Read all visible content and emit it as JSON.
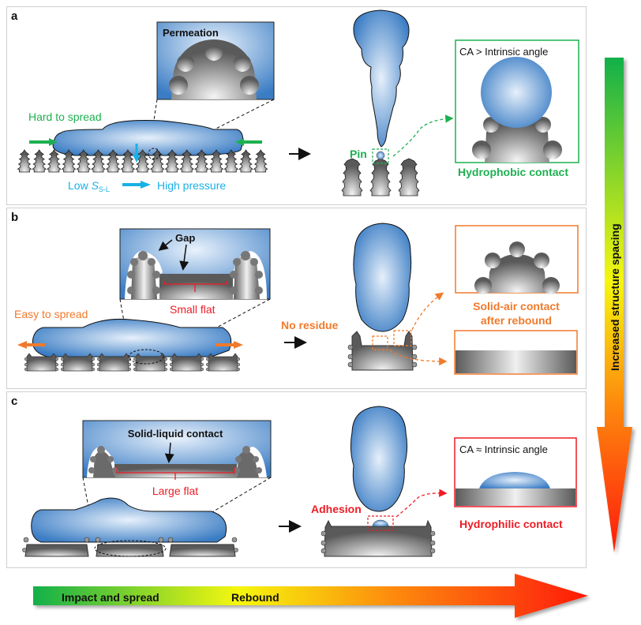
{
  "figure": {
    "panels": [
      {
        "letter": "a",
        "inset_title": "Permeation",
        "left_label": "Hard to spread",
        "bottom_label_prefix": "Low ",
        "bottom_label_symbol": "S",
        "bottom_label_subscript": "S-L",
        "bottom_label_suffix": "High pressure",
        "event_label": "Pin",
        "result_box_title": "CA > Intrinsic angle",
        "result_label": "Hydrophobic contact",
        "accent_color": "#1db050",
        "text_color_left": "#1db050",
        "text_color_bottom": "#19b0e6"
      },
      {
        "letter": "b",
        "inset_label_gap": "Gap",
        "inset_label_flat": "Small flat",
        "left_label": "Easy to spread",
        "event_label": "No residue",
        "result_label_line1": "Solid-air contact",
        "result_label_line2": "after rebound",
        "accent_color": "#f07a2c"
      },
      {
        "letter": "c",
        "inset_label_contact": "Solid-liquid contact",
        "inset_label_flat": "Large flat",
        "event_label": "Adhesion",
        "result_box_title": "CA ≈ Intrinsic angle",
        "result_label": "Hydrophilic contact",
        "accent_color": "#ee1c24"
      }
    ],
    "vertical_arrow_label": "Increased structure spacing",
    "horizontal_arrow": {
      "label_left": "Impact and spread",
      "label_right": "Rebound"
    },
    "colors": {
      "green": "#12b04a",
      "yellow": "#f6f70e",
      "orange": "#fd8a0a",
      "red": "#fe1a06",
      "liquid_dark": "#3a7ec6",
      "liquid_light": "#e4effa",
      "solid_dark": "#5e5e5e",
      "solid_light": "#f2f2f2"
    }
  }
}
